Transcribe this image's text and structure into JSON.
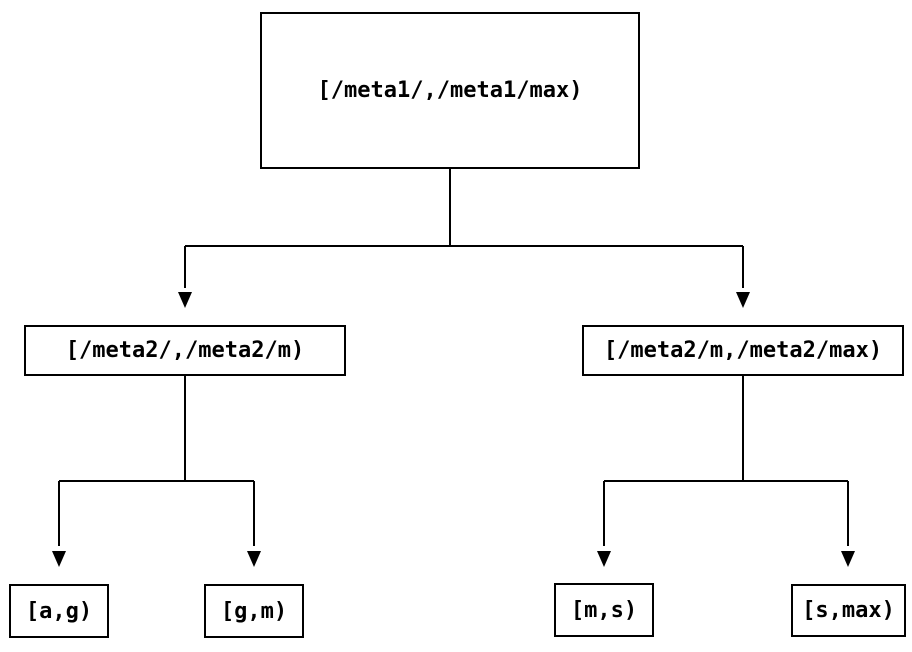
{
  "diagram": {
    "type": "tree",
    "background_color": "#ffffff",
    "line_color": "#000000",
    "text_color": "#000000",
    "box_border_color": "#000000",
    "nodes": {
      "root": {
        "label": "[/meta1/,/meta1/max)"
      },
      "left_child": {
        "label": "[/meta2/,/meta2/m)"
      },
      "right_child": {
        "label": "[/meta2/m,/meta2/max)"
      },
      "leaf_a_g": {
        "label": "[a,g)"
      },
      "leaf_g_m": {
        "label": "[g,m)"
      },
      "leaf_m_s": {
        "label": "[m,s)"
      },
      "leaf_s_max": {
        "label": "[s,max)"
      }
    },
    "edges": [
      {
        "from": "root",
        "to": "left_child"
      },
      {
        "from": "root",
        "to": "right_child"
      },
      {
        "from": "left_child",
        "to": "leaf_a_g"
      },
      {
        "from": "left_child",
        "to": "leaf_g_m"
      },
      {
        "from": "right_child",
        "to": "leaf_m_s"
      },
      {
        "from": "right_child",
        "to": "leaf_s_max"
      }
    ]
  }
}
